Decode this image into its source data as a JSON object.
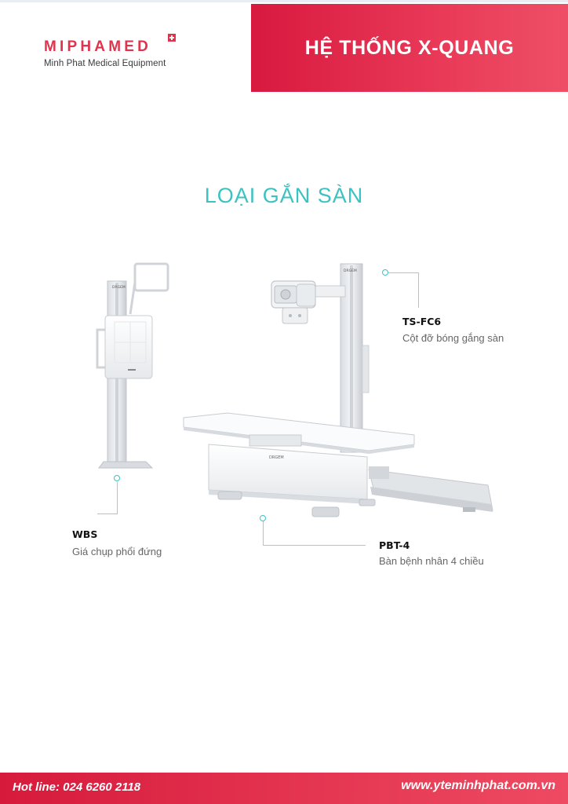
{
  "brand": {
    "name": "MIPHAMED",
    "tagline": "Minh Phat Medical Equipment"
  },
  "header": {
    "title": "HỆ THỐNG X-QUANG"
  },
  "section": {
    "title": "LOẠI GẮN SÀN"
  },
  "products": [
    {
      "code": "TS-FC6",
      "description": "Cột đỡ bóng gắng sàn"
    },
    {
      "code": "WBS",
      "description": "Giá chụp phổi đứng"
    },
    {
      "code": "PBT-4",
      "description": "Bàn bệnh nhân 4 chiều"
    }
  ],
  "equipment_labels": {
    "brand_mark": "DRGEM"
  },
  "footer": {
    "hotline": "Hot line: 024 6260 2118",
    "website": "www.yteminhphat.com.vn"
  },
  "colors": {
    "accent_red": "#e0334d",
    "accent_teal": "#3cc2c0"
  }
}
